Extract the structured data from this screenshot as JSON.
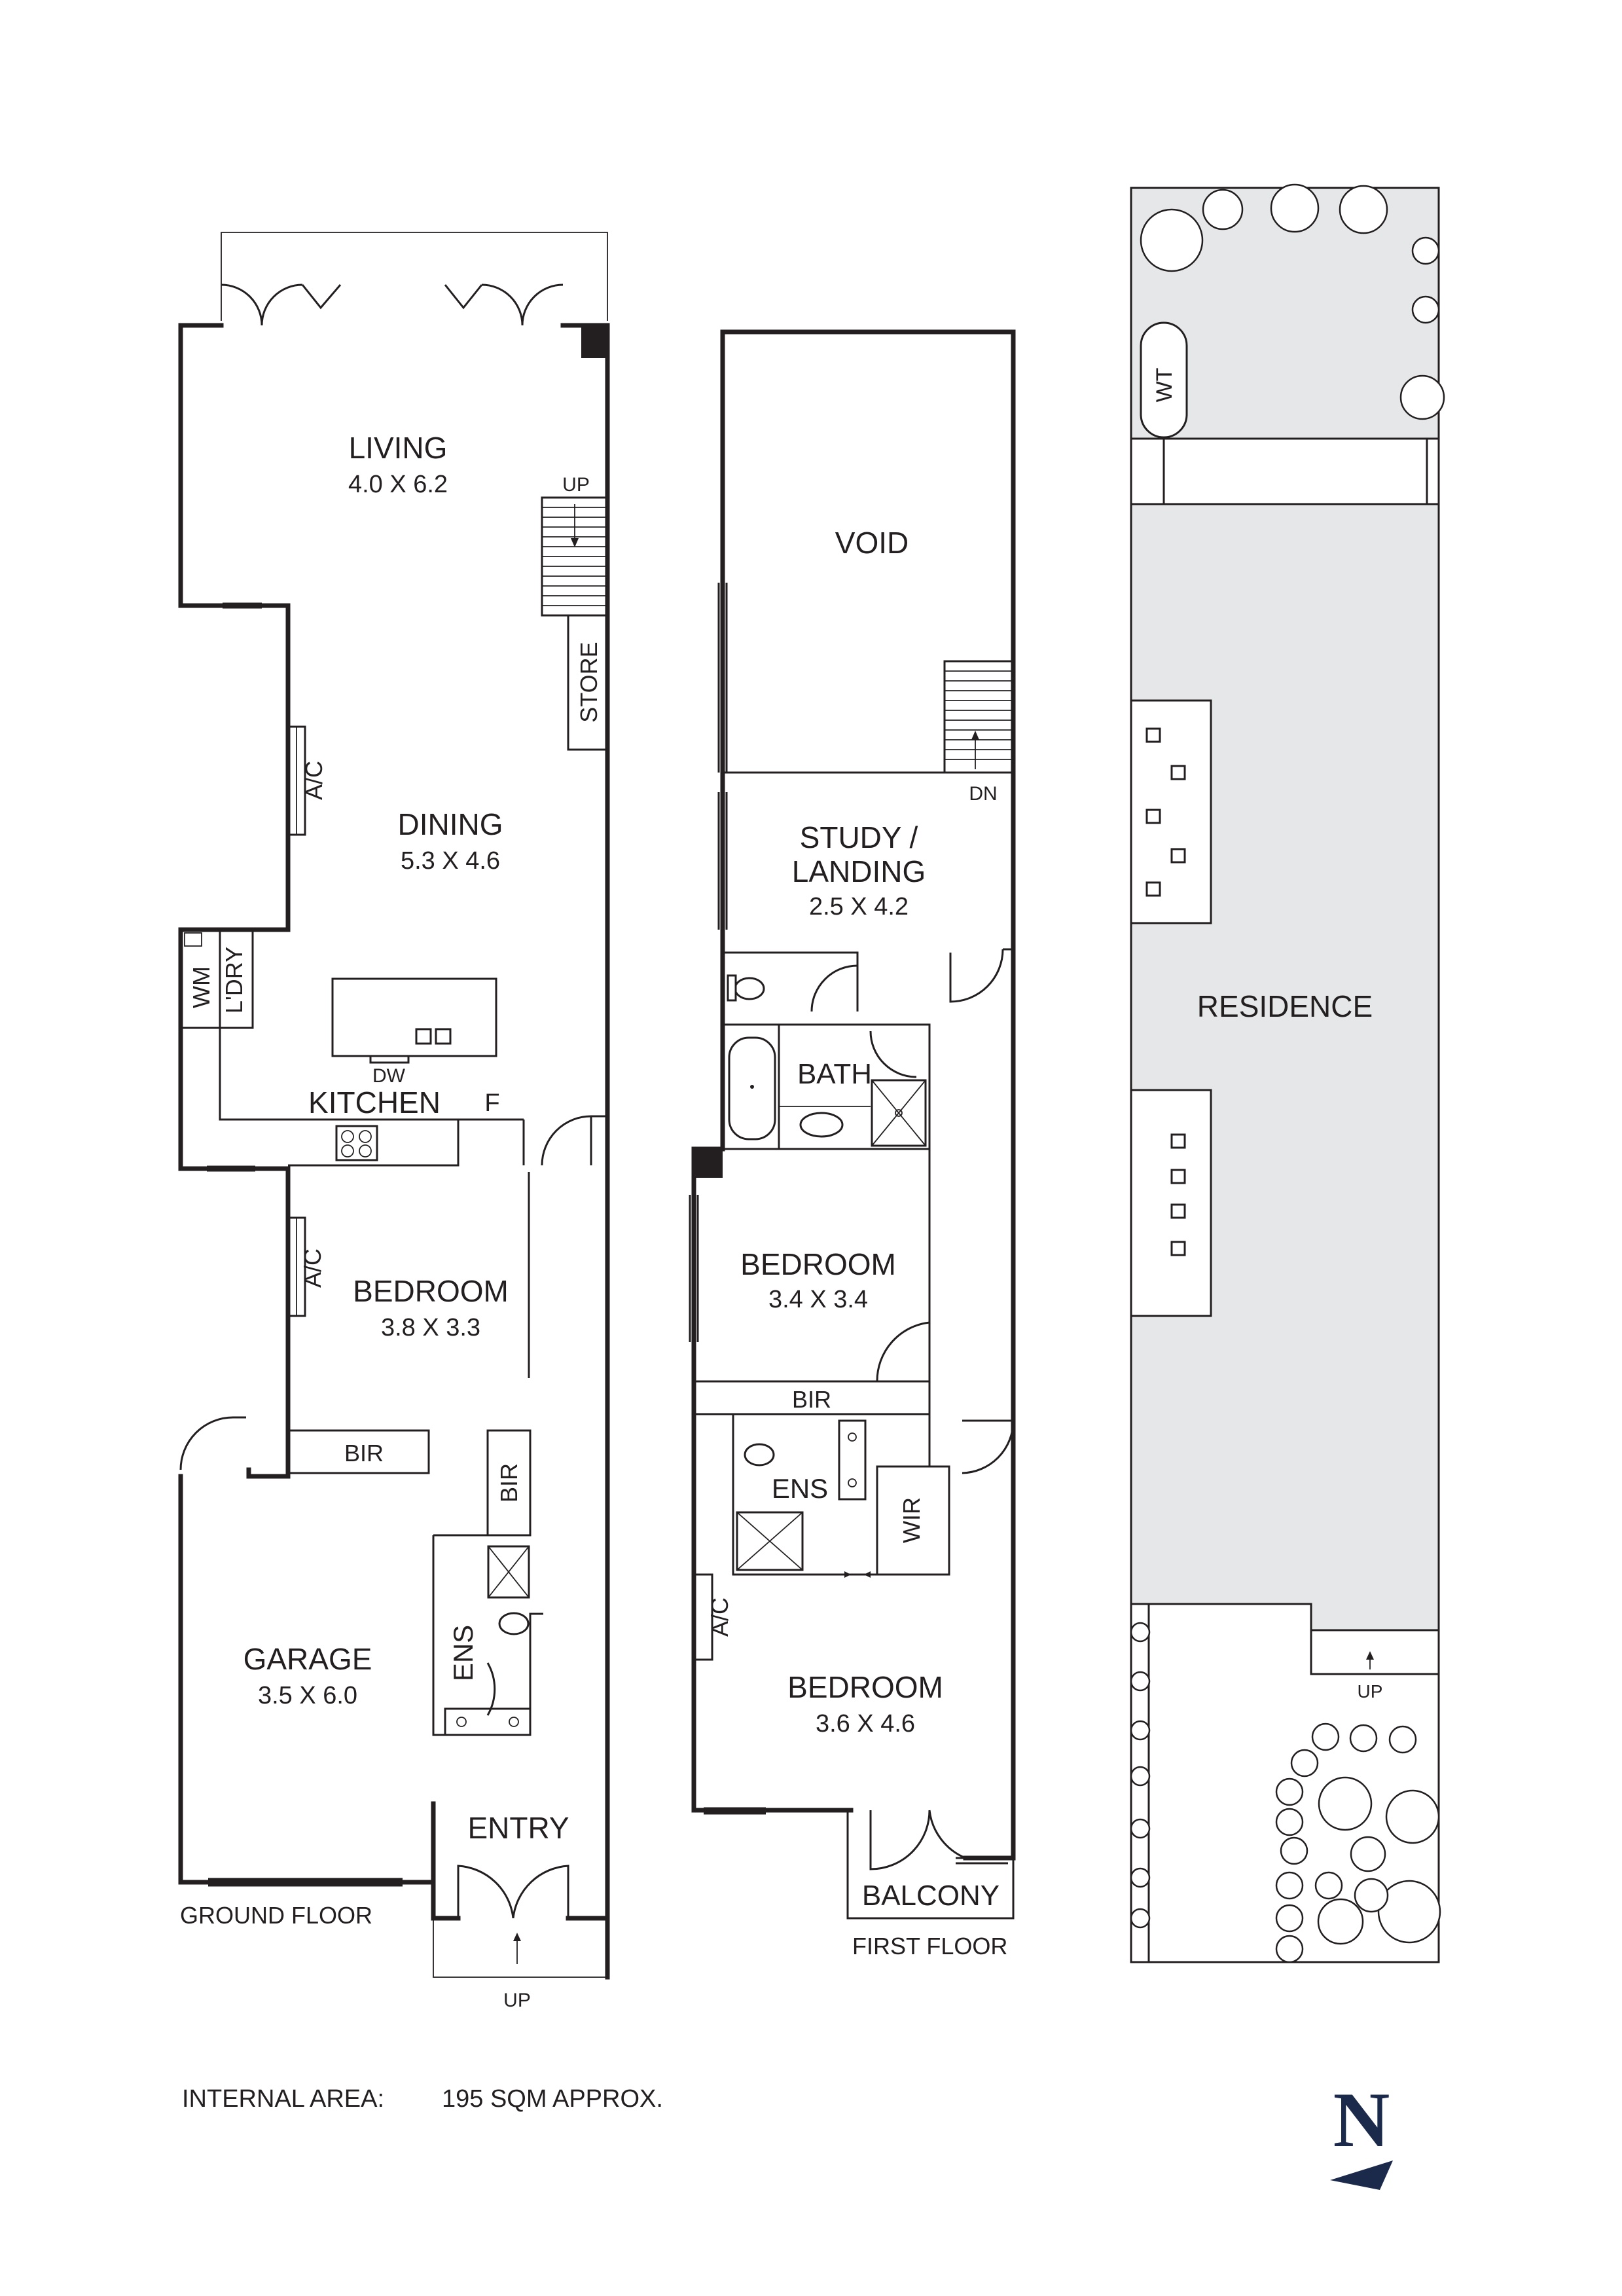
{
  "rooms": {
    "living_name": "LIVING",
    "living_dim": "4.0 X 6.2",
    "dining_name": "DINING",
    "dining_dim": "5.3 X 4.6",
    "kitchen_name": "KITCHEN",
    "bedroom_gf_name": "BEDROOM",
    "bedroom_gf_dim": "3.8 X 3.3",
    "garage_name": "GARAGE",
    "garage_dim": "3.5 X 6.0",
    "entry_name": "ENTRY",
    "void_name": "VOID",
    "study_name_1": "STUDY /",
    "study_name_2": "LANDING",
    "study_dim": "2.5 X 4.2",
    "bath_name": "BATH",
    "bedroom_ff1_name": "BEDROOM",
    "bedroom_ff1_dim": "3.4 X 3.4",
    "bedroom_ff2_name": "BEDROOM",
    "bedroom_ff2_dim": "3.6 X 4.6",
    "balcony_name": "BALCONY",
    "residence_name": "RESIDENCE"
  },
  "fixtures": {
    "store": "STORE",
    "ac": "A/C",
    "wm": "WM",
    "laundry": "L'DRY",
    "dw": "DW",
    "fridge": "F",
    "bir": "BIR",
    "ens": "ENS",
    "wir": "WIR",
    "up": "UP",
    "dn": "DN",
    "wt": "WT"
  },
  "floors": {
    "ground": "GROUND FLOOR",
    "first": "FIRST FLOOR"
  },
  "area": {
    "label": "INTERNAL AREA:",
    "value": "195 SQM APPROX."
  },
  "compass": {
    "letter": "N"
  }
}
